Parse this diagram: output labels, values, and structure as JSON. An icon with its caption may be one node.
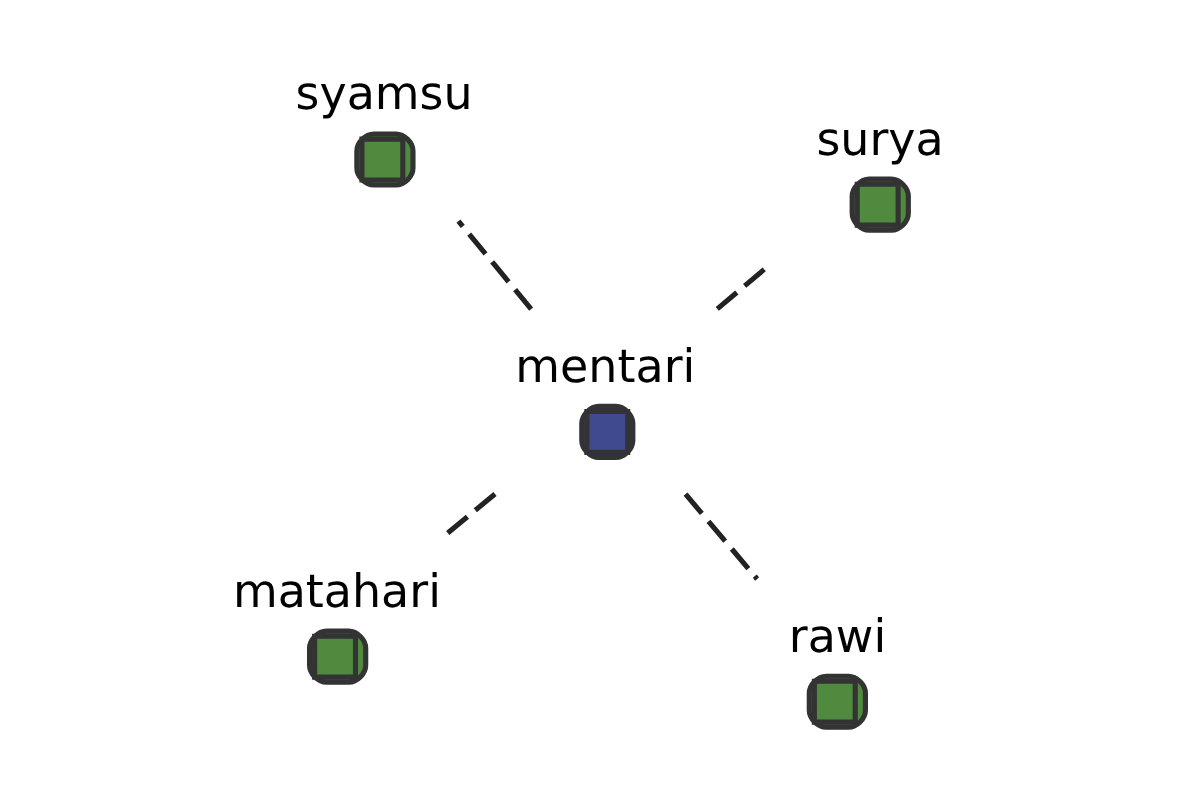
{
  "diagram": {
    "nodes": [
      {
        "text": [
          "matahari"
        ]
      },
      {
        "text": [
          "rawi"
        ]
      },
      {
        "text": [
          "mentari"
        ]
      },
      {
        "text": [
          "syamsu"
        ]
      },
      {
        "text": [
          "surya"
        ]
      }
    ],
    "edges": [
      {
        "from": 2,
        "to": 0,
        "arrow": "none",
        "style": "dashed"
      },
      {
        "from": 2,
        "to": 1,
        "arrow": "none",
        "style": "dashed"
      },
      {
        "from": 2,
        "to": 3,
        "arrow": "none",
        "style": "dashed"
      },
      {
        "from": 2,
        "to": 4,
        "arrow": "none",
        "style": "dashed"
      }
    ]
  }
}
